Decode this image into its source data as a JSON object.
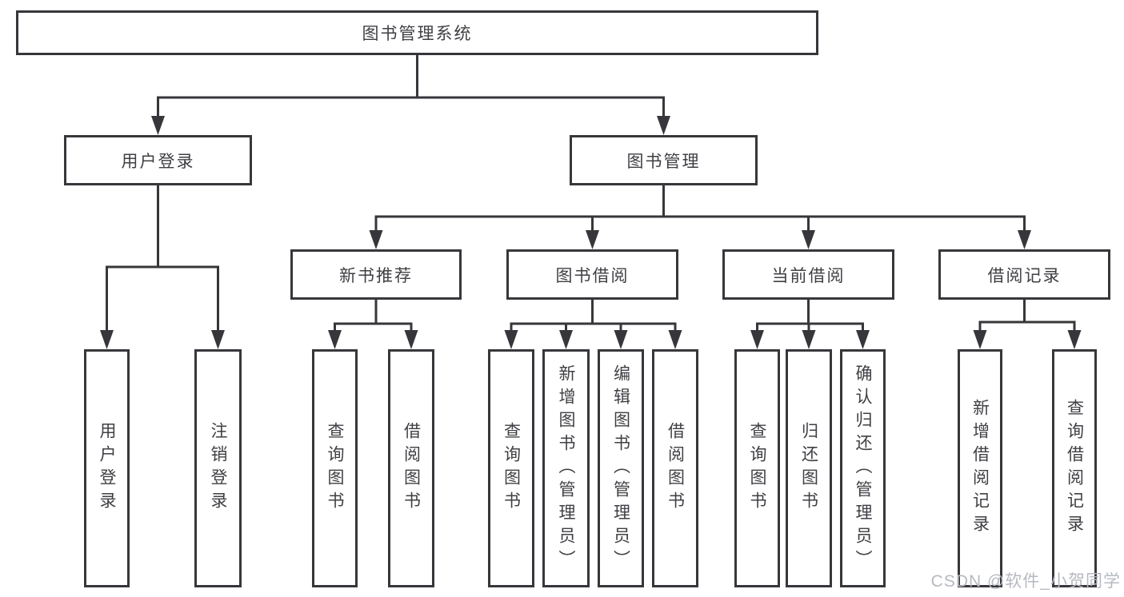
{
  "root": {
    "label": "图书管理系统"
  },
  "level2": {
    "user_login": "用户登录",
    "book_mgmt": "图书管理"
  },
  "level3": {
    "new_book": "新书推荐",
    "book_borrow": "图书借阅",
    "current_borrow": "当前借阅",
    "borrow_record": "借阅记录"
  },
  "leaves": {
    "user_login": "用户登录",
    "logout": "注销登录",
    "nb_query": "查询图书",
    "nb_borrow": "借阅图书",
    "bb_query": "查询图书",
    "bb_add": "新增图书（管理员）",
    "bb_edit": "编辑图书（管理员）",
    "bb_borrow": "借阅图书",
    "cb_query": "查询图书",
    "cb_return": "归还图书",
    "cb_confirm": "确认归还（管理员）",
    "br_add": "新增借阅记录",
    "br_query": "查询借阅记录"
  },
  "watermark": "CSDN @软件_小贺同学",
  "colors": {
    "line": "#37373b",
    "text": "#3f3f44",
    "watermark": "#b6bac0",
    "background": "#ffffff"
  }
}
